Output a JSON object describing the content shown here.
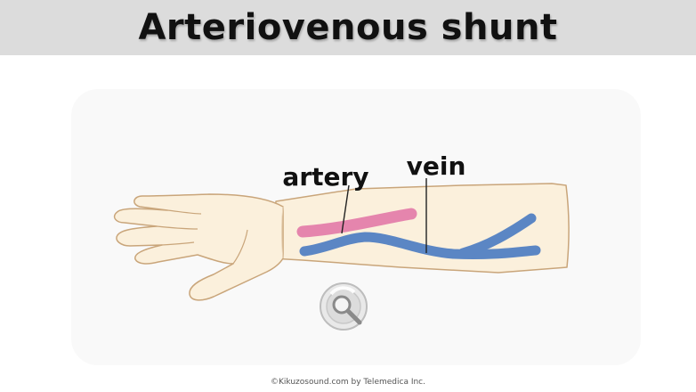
{
  "title": "Arteriovenous shunt",
  "diagram": {
    "labels": {
      "artery": "artery",
      "vein": "vein"
    },
    "colors": {
      "skin": "#fbf0dc",
      "skin_outline": "#c9a57a",
      "artery": "#e585ad",
      "vein": "#5b86c4",
      "background_tint": "#f5f5f5"
    },
    "magnifier_icon": "magnifier-zoom-icon"
  },
  "copyright": "©Kikuzosound.com by Telemedica Inc."
}
